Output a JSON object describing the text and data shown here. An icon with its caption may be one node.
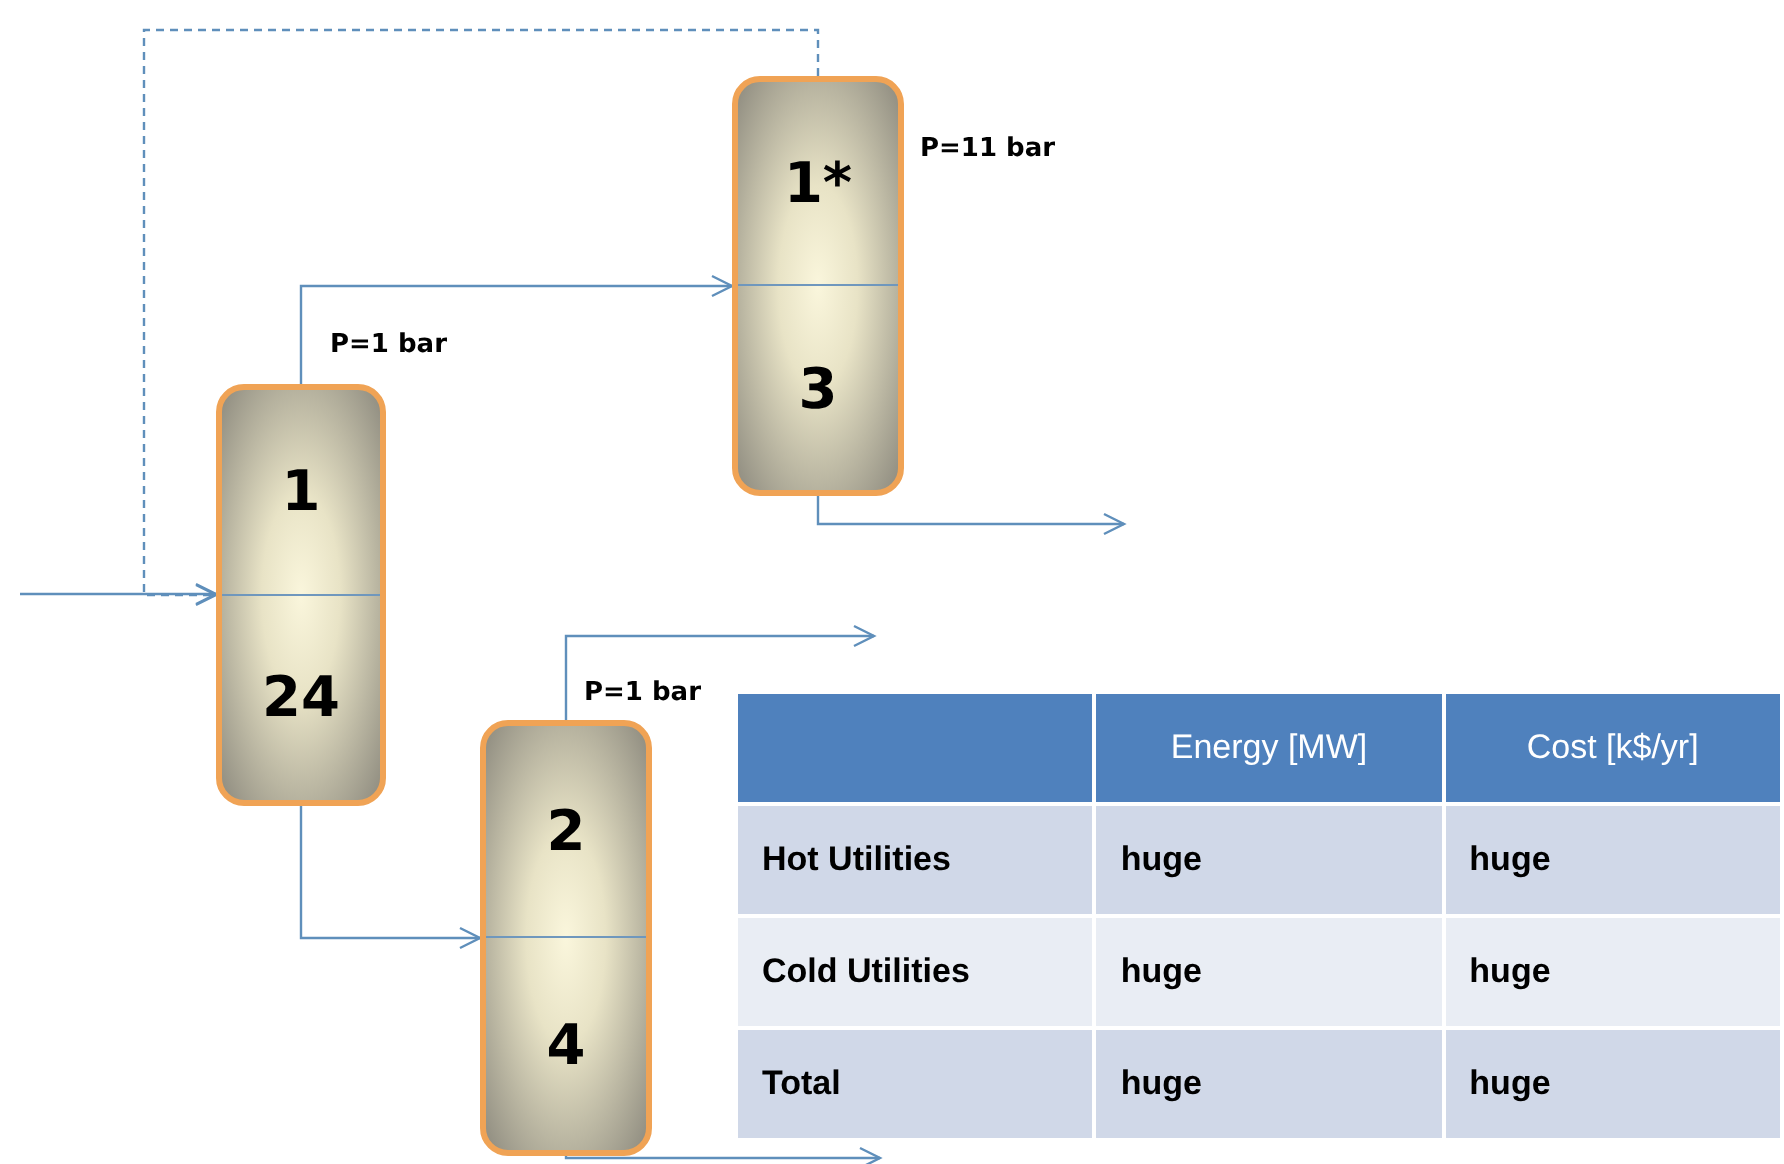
{
  "diagram": {
    "nodes": [
      {
        "text": [
          "1",
          "24"
        ],
        "beside": [
          "P=1 bar"
        ]
      },
      {
        "text": [
          "1*",
          "3"
        ],
        "beside": [
          "P=11 bar"
        ]
      },
      {
        "text": [
          "2",
          "4"
        ],
        "beside": [
          "P=1 bar"
        ]
      }
    ],
    "edges": [
      {
        "from": null,
        "to": 0,
        "arrow": "to"
      },
      {
        "from": 0,
        "to": 1,
        "arrow": "to"
      },
      {
        "from": 1,
        "to": 0,
        "arrow": "to",
        "style": "dashed"
      },
      {
        "from": 1,
        "to": null,
        "arrow": "to"
      },
      {
        "from": 0,
        "to": 2,
        "arrow": "to"
      },
      {
        "from": 2,
        "to": null,
        "arrow": "to"
      },
      {
        "from": 2,
        "to": null,
        "arrow": "to"
      }
    ],
    "labels": [
      "Energy [MW]",
      "Cost [k$/yr]",
      "Hot Utilities",
      "huge",
      "huge",
      "Cold Utilities",
      "huge",
      "huge",
      "Total",
      "huge",
      "huge"
    ]
  }
}
